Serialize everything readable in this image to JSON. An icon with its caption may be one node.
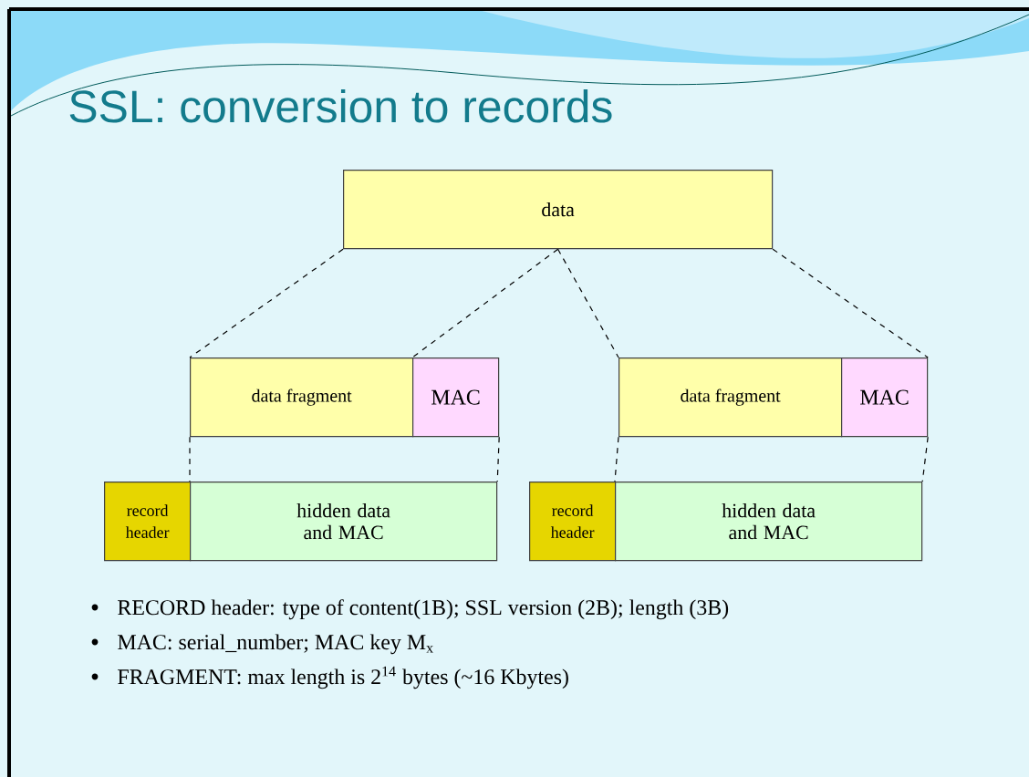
{
  "diagram": {
    "title": "SSL: conversion to records",
    "nodes": [
      {
        "text": [
          "data"
        ]
      },
      {
        "text": [
          "data fragment"
        ]
      },
      {
        "text": [
          "MAC"
        ]
      },
      {
        "text": [
          "data fragment"
        ]
      },
      {
        "text": [
          "MAC"
        ]
      },
      {
        "text": [
          "record header"
        ]
      },
      {
        "text": [
          "hidden data and MAC"
        ]
      },
      {
        "text": [
          "record header"
        ]
      },
      {
        "text": [
          "hidden data and MAC"
        ]
      }
    ],
    "edges": [
      {
        "from": 0,
        "to": 1,
        "arrow": "none",
        "style": "dashed"
      },
      {
        "from": 0,
        "to": 2,
        "arrow": "none",
        "style": "dashed"
      },
      {
        "from": 0,
        "to": 3,
        "arrow": "none",
        "style": "dashed"
      },
      {
        "from": 0,
        "to": 4,
        "arrow": "none",
        "style": "dashed"
      },
      {
        "from": 1,
        "to": 6,
        "arrow": "none",
        "style": "dashed"
      },
      {
        "from": 2,
        "to": 6,
        "arrow": "none",
        "style": "dashed"
      },
      {
        "from": 3,
        "to": 8,
        "arrow": "none",
        "style": "dashed"
      },
      {
        "from": 4,
        "to": 8,
        "arrow": "none",
        "style": "dashed"
      }
    ],
    "labels": [
      "RECORD header: type of content(1B); SSL version (2B); length (3B)",
      "MAC: serial_number; MAC key M$_{x}$",
      "FRAGMENT: max length is 2$^{14}$ bytes (~16 Kbytes)"
    ]
  }
}
